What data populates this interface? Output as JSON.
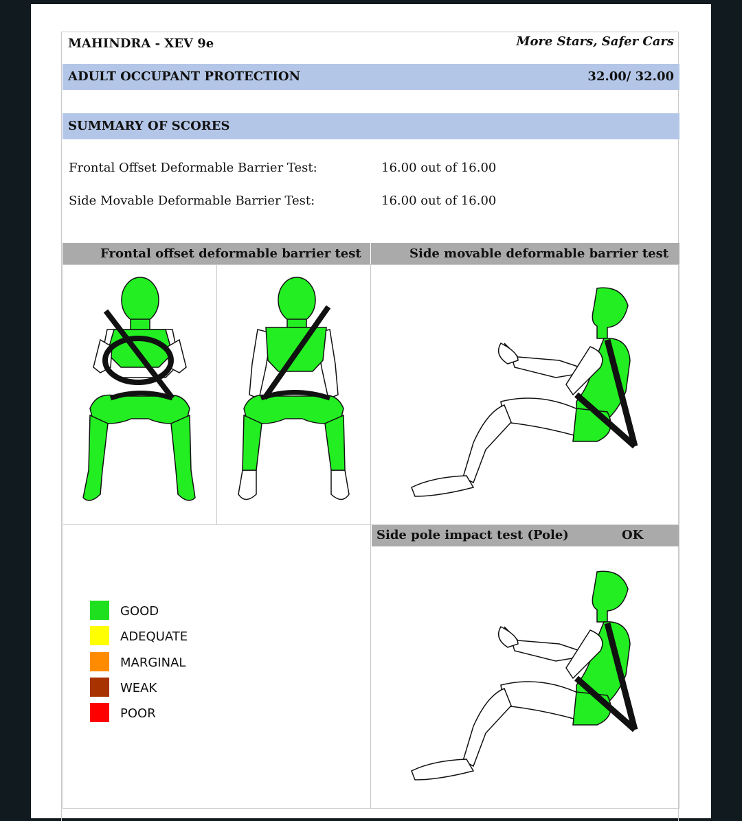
{
  "header": {
    "car_name": "MAHINDRA - XEV 9e",
    "slogan": "More Stars, Safer Cars"
  },
  "adult_protection": {
    "title": "ADULT OCCUPANT PROTECTION",
    "score": "32.00/ 32.00"
  },
  "summary": {
    "title": "SUMMARY OF SCORES",
    "rows": [
      {
        "label": "Frontal Offset Deformable Barrier Test:",
        "value": "16.00 out of 16.00"
      },
      {
        "label": "Side Movable Deformable Barrier Test:",
        "value": "16.00 out of 16.00"
      }
    ]
  },
  "tests": {
    "frontal_title": "Frontal offset deformable barrier test",
    "side_title": "Side movable deformable barrier test",
    "pole_title": "Side pole impact test (Pole)",
    "pole_result": "OK"
  },
  "legend": [
    {
      "label": "GOOD",
      "color": "#1fe01f"
    },
    {
      "label": "ADEQUATE",
      "color": "#ffff00"
    },
    {
      "label": "MARGINAL",
      "color": "#ff8c00"
    },
    {
      "label": "WEAK",
      "color": "#a83200"
    },
    {
      "label": "POOR",
      "color": "#ff0000"
    }
  ],
  "colors": {
    "rating_good": "#22ee22",
    "header_band": "#b4c6e7",
    "section_band": "#aaaaaa"
  }
}
